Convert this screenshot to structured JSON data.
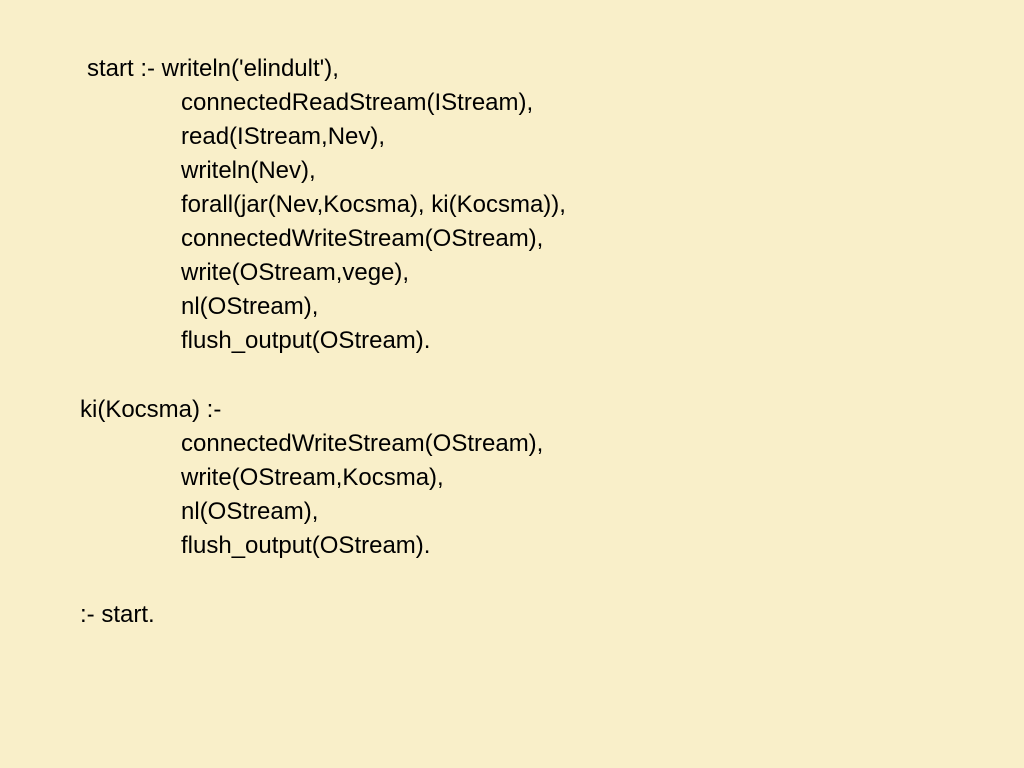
{
  "clauses": {
    "start": {
      "head": "start :- writeln('elindult'),",
      "body": [
        "connectedReadStream(IStream),",
        "read(IStream,Nev),",
        "writeln(Nev),",
        "forall(jar(Nev,Kocsma), ki(Kocsma)),",
        "connectedWriteStream(OStream),",
        "write(OStream,vege),",
        "nl(OStream),",
        "flush_output(OStream)."
      ]
    },
    "ki": {
      "head": "ki(Kocsma) :-",
      "body": [
        "connectedWriteStream(OStream),",
        "write(OStream,Kocsma),",
        "nl(OStream),",
        "flush_output(OStream)."
      ]
    },
    "directive": ":- start."
  },
  "colors": {
    "background": "#F9EFC9",
    "text": "#000000"
  }
}
